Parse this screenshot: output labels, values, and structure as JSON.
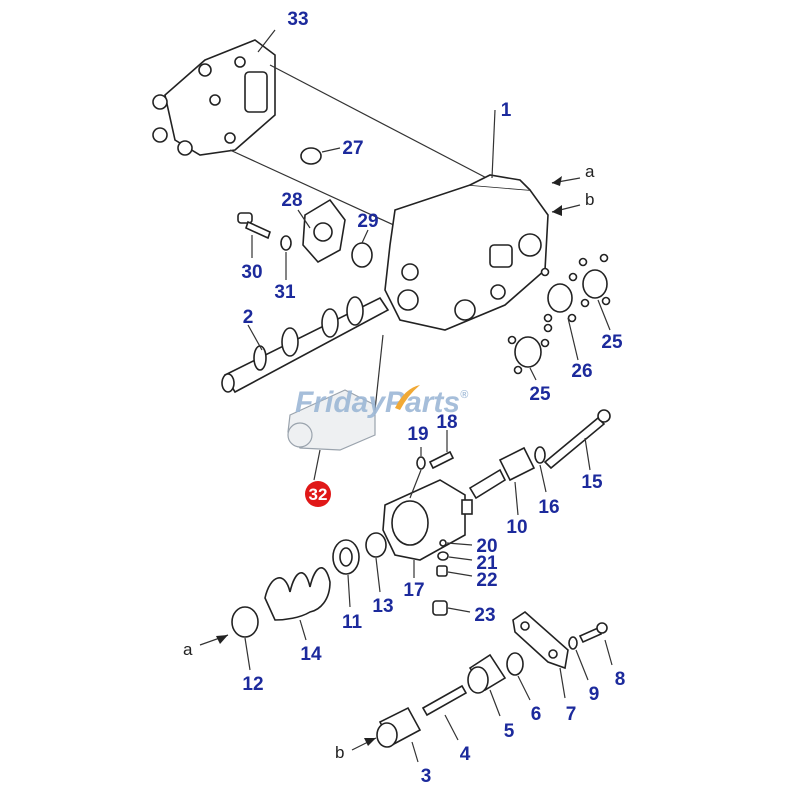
{
  "watermark": {
    "left": "Friday",
    "right": "Parts",
    "mark": "®",
    "color": "#9db8d6",
    "accent": "#f0a020"
  },
  "highlight_color": "#e01818",
  "callouts": {
    "p1": "1",
    "p2": "2",
    "p3": "3",
    "p4": "4",
    "p5": "5",
    "p6": "6",
    "p7": "7",
    "p8": "8",
    "p9": "9",
    "p10": "10",
    "p11": "11",
    "p12": "12",
    "p13": "13",
    "p14": "14",
    "p15": "15",
    "p16": "16",
    "p17": "17",
    "p18": "18",
    "p19": "19",
    "p20": "20",
    "p21": "21",
    "p22": "22",
    "p23": "23",
    "p25a": "25",
    "p25b": "25",
    "p26": "26",
    "p27": "27",
    "p28": "28",
    "p29": "29",
    "p30": "30",
    "p31": "31",
    "p32": "32",
    "p33": "33"
  },
  "arrows": {
    "a_top": "a",
    "b_top": "b",
    "a_bottom": "a",
    "b_bottom": "b"
  }
}
